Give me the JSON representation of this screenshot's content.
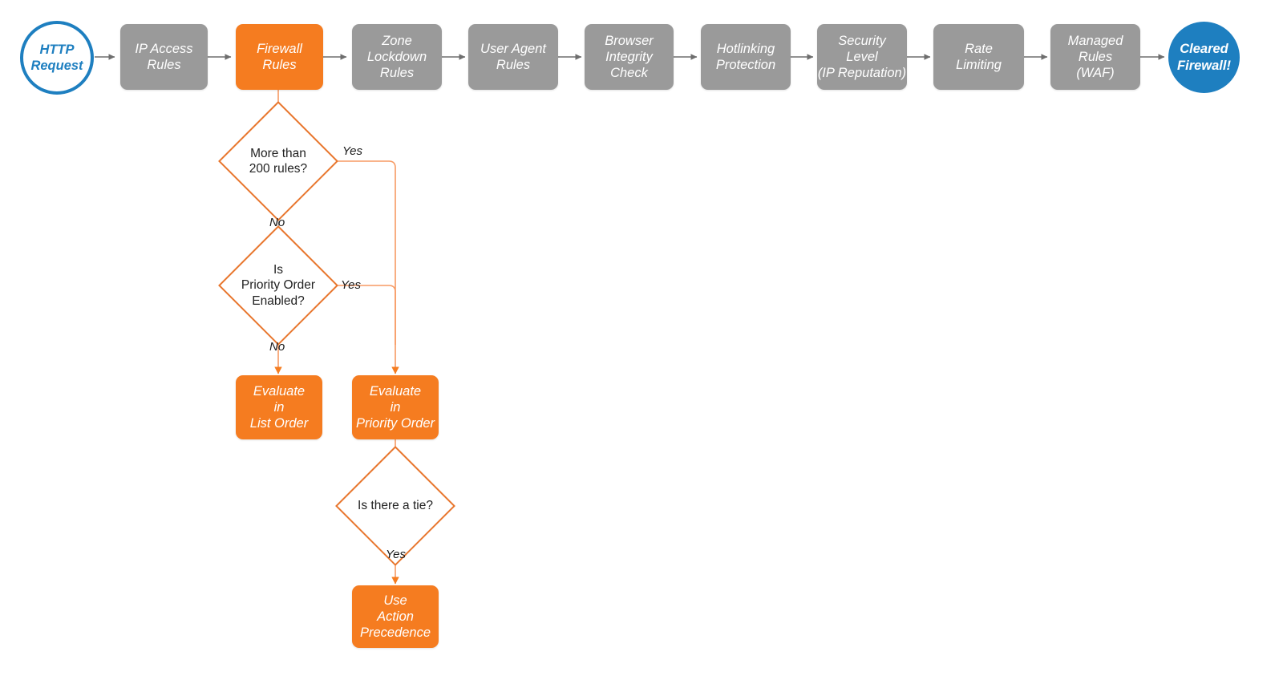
{
  "diagram": {
    "title": "Cloudflare Firewall Rules Evaluation Order",
    "background": "#ffffff",
    "colors": {
      "gray_fill": "#9a9a9a",
      "orange_fill": "#f57c20",
      "blue_fill": "#1e7fc0",
      "diamond_stroke": "#e8762d",
      "gray_connector": "#808080",
      "orange_connector": "#f79a63",
      "node_text": "#ffffff",
      "label_text": "#1a1a1a"
    }
  },
  "pipeline": {
    "nodes": [
      {
        "id": "http-request",
        "label": "HTTP\nRequest",
        "shape": "circle",
        "style": "blue-outline"
      },
      {
        "id": "ip-access-rules",
        "label": "IP Access\nRules",
        "shape": "process",
        "style": "gray"
      },
      {
        "id": "firewall-rules",
        "label": "Firewall\nRules",
        "shape": "process",
        "style": "orange"
      },
      {
        "id": "zone-lockdown",
        "label": "Zone\nLockdown\nRules",
        "shape": "process",
        "style": "gray"
      },
      {
        "id": "user-agent-rules",
        "label": "User Agent\nRules",
        "shape": "process",
        "style": "gray"
      },
      {
        "id": "browser-integrity",
        "label": "Browser\nIntegrity\nCheck",
        "shape": "process",
        "style": "gray"
      },
      {
        "id": "hotlinking",
        "label": "Hotlinking\nProtection",
        "shape": "process",
        "style": "gray"
      },
      {
        "id": "security-level",
        "label": "Security\nLevel\n(IP Reputation)",
        "shape": "process",
        "style": "gray"
      },
      {
        "id": "rate-limiting",
        "label": "Rate\nLimiting",
        "shape": "process",
        "style": "gray"
      },
      {
        "id": "managed-rules",
        "label": "Managed\nRules\n(WAF)",
        "shape": "process",
        "style": "gray"
      },
      {
        "id": "cleared-firewall",
        "label": "Cleared\nFirewall!",
        "shape": "circle",
        "style": "blue-filled"
      }
    ]
  },
  "branch": {
    "decisions": [
      {
        "id": "more-than-200-rules",
        "label": "More than\n200 rules?"
      },
      {
        "id": "priority-order-enabled",
        "label": "Is\nPriority Order\nEnabled?"
      },
      {
        "id": "is-there-a-tie",
        "label": "Is there a tie?"
      }
    ],
    "outcomes": [
      {
        "id": "evaluate-list-order",
        "label": "Evaluate\nin\nList Order"
      },
      {
        "id": "evaluate-priority-order",
        "label": "Evaluate\nin\nPriority Order"
      },
      {
        "id": "use-action-precedence",
        "label": "Use\nAction\nPrecedence"
      }
    ],
    "edge_labels": {
      "rules_yes": "Yes",
      "rules_no": "No",
      "priority_yes": "Yes",
      "priority_no": "No",
      "tie_yes": "Yes"
    }
  }
}
